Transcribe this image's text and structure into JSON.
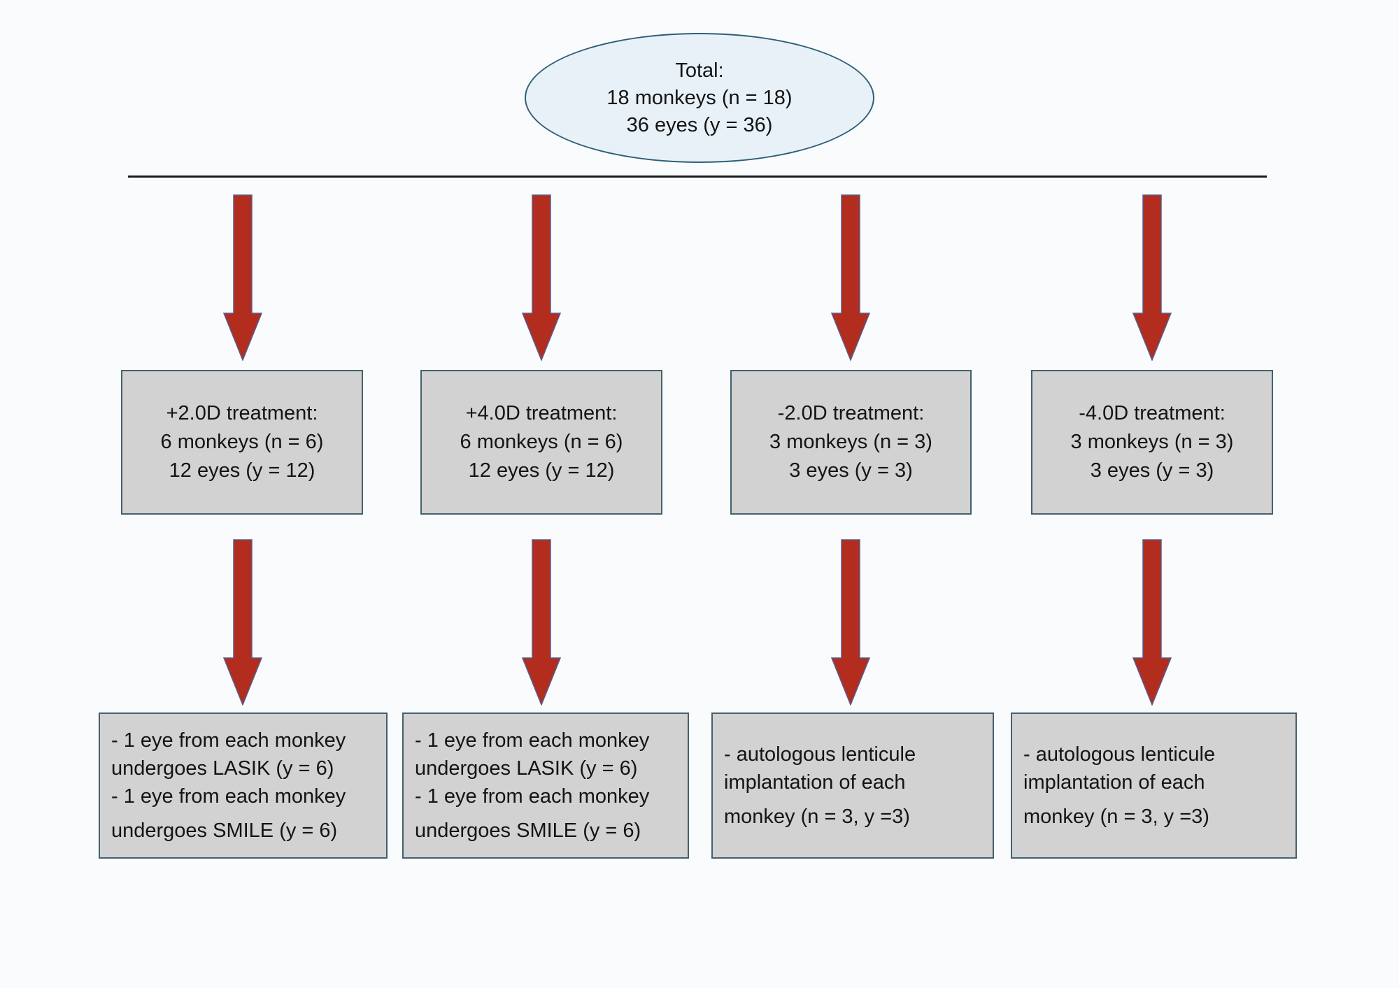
{
  "colors": {
    "background": "#fafbfd",
    "text": "#141414",
    "ellipse_fill": "#e8f1f8",
    "ellipse_border": "#2e5f78",
    "box_fill": "#d2d2d2",
    "box_border": "#44606f",
    "arrow_fill": "#b22d1d",
    "arrow_outline": "#585d8c",
    "divider": "#1b1b1b"
  },
  "total_ellipse": {
    "lines": [
      "Total:",
      "18 monkeys (n = 18)",
      "36 eyes (y = 36)"
    ]
  },
  "columns": [
    {
      "treatment": {
        "lines": [
          "+2.0D treatment:",
          "6 monkeys (n = 6)",
          "12 eyes (y = 12)"
        ]
      },
      "outcome": {
        "lines": [
          "- 1 eye from each monkey",
          "undergoes LASIK (y = 6)",
          "- 1 eye from each monkey",
          "undergoes SMILE (y = 6)"
        ]
      }
    },
    {
      "treatment": {
        "lines": [
          "+4.0D treatment:",
          "6 monkeys (n = 6)",
          "12 eyes (y = 12)"
        ]
      },
      "outcome": {
        "lines": [
          "- 1 eye from each monkey",
          "undergoes LASIK (y = 6)",
          "- 1 eye from each monkey",
          "undergoes SMILE (y = 6)"
        ]
      }
    },
    {
      "treatment": {
        "lines": [
          "-2.0D treatment:",
          "3 monkeys (n = 3)",
          "3 eyes (y = 3)"
        ]
      },
      "outcome": {
        "lines": [
          "- autologous lenticule",
          "implantation of each",
          "monkey (n = 3, y =3)"
        ]
      }
    },
    {
      "treatment": {
        "lines": [
          "-4.0D treatment:",
          "3 monkeys (n = 3)",
          "3 eyes (y = 3)"
        ]
      },
      "outcome": {
        "lines": [
          "- autologous lenticule",
          "implantation of each",
          "monkey (n = 3, y =3)"
        ]
      }
    }
  ]
}
